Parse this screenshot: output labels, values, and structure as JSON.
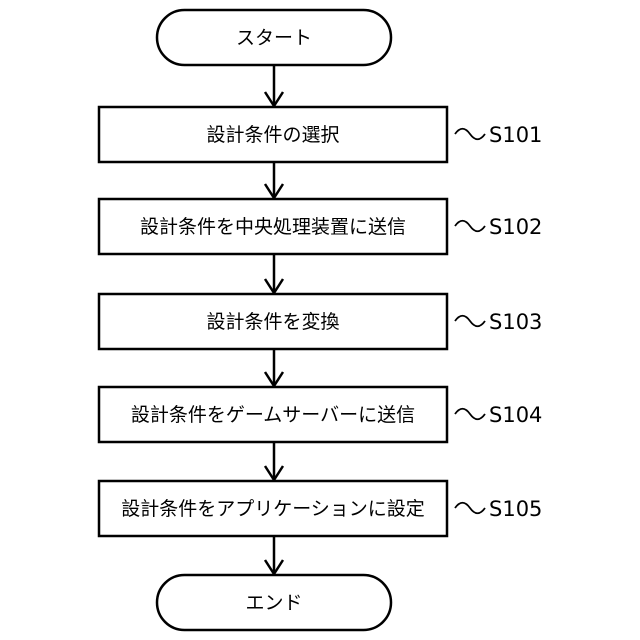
{
  "flowchart": {
    "start": {
      "label": "スタート"
    },
    "steps": [
      {
        "label": "設計条件の選択",
        "id": "S101"
      },
      {
        "label": "設計条件を中央処理装置に送信",
        "id": "S102"
      },
      {
        "label": "設計条件を変換",
        "id": "S103"
      },
      {
        "label": "設計条件をゲームサーバーに送信",
        "id": "S104"
      },
      {
        "label": "設計条件をアプリケーションに設定",
        "id": "S105"
      }
    ],
    "end": {
      "label": "エンド"
    }
  }
}
